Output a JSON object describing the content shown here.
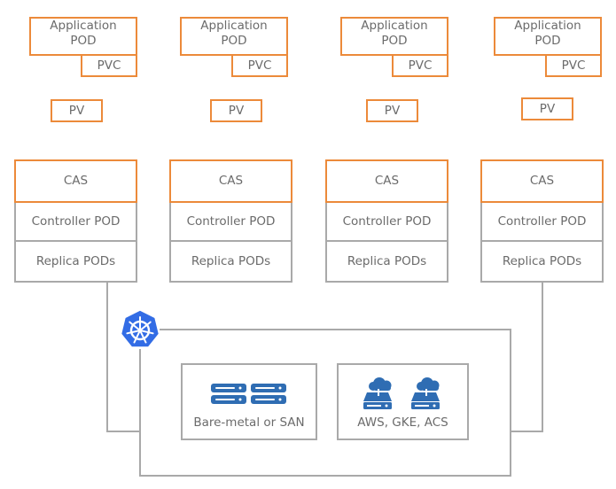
{
  "application_pod_label": "Application\nPOD",
  "pvc_label": "PVC",
  "pv_label": "PV",
  "cas_label": "CAS",
  "controller_label": "Controller POD",
  "replica_label": "Replica PODs",
  "baremetal_label": "Bare-metal or SAN",
  "cloud_label": "AWS, GKE, ACS",
  "colors": {
    "orange": "#ec8a3a",
    "gray": "#a9a9a9",
    "blue": "#326ce5",
    "storage_blue": "#2f6db3"
  }
}
